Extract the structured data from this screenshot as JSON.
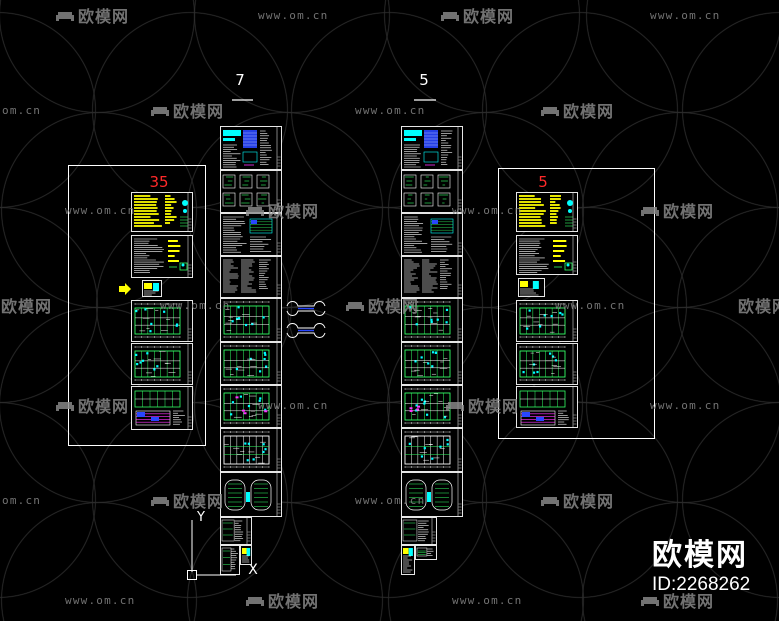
{
  "viewport": {
    "background": "#000000"
  },
  "labels": {
    "left_stack_count": "7",
    "right_stack_count": "5",
    "left_group_count": "35",
    "right_group_count": "5"
  },
  "ucs_icon": {
    "x_label": "X",
    "y_label": "Y"
  },
  "watermark": {
    "brand": "欧模网",
    "site": "www.om.cn",
    "site_cut": "om.cn",
    "color": "#8c8c8c"
  },
  "stamp": {
    "brand": "欧模网",
    "id": "ID:2268262"
  },
  "colors": {
    "label_red": "#ff2a2a",
    "frame_white": "#ffffff",
    "cad_green": "#33ff66",
    "cad_yellow": "#ffff00",
    "cad_cyan": "#00ffff",
    "cad_blue": "#2846ff",
    "cad_magenta": "#ff33ff",
    "watermark_circle": "#2c2c2c"
  },
  "icons": {
    "ucs": "ucs-axis-icon",
    "break": "break-line-icon",
    "arrow": "arrow-marker-icon",
    "logo": "sofa-logo-icon"
  }
}
